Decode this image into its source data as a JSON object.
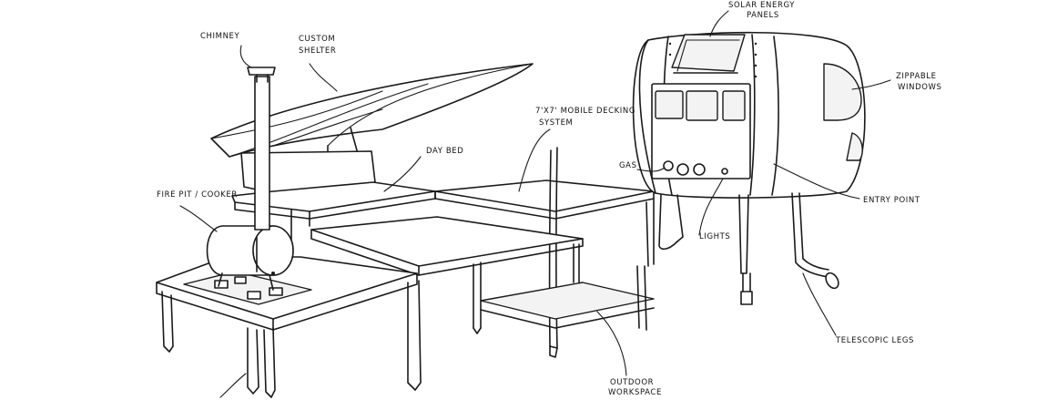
{
  "labels": {
    "chimney": "CHIMNEY",
    "custom_shelter_1": "CUSTOM",
    "custom_shelter_2": "SHELTER",
    "fire_pit": "FIRE PIT / COOKER",
    "day_bed": "DAY BED",
    "decking_1": "7'x7' MOBILE DECKING",
    "decking_2": "SYSTEM",
    "solar_1": "SOLAR ENERGY",
    "solar_2": "PANELS",
    "windows_1": "ZIPPABLE",
    "windows_2": "WINDOWS",
    "gas": "GAS",
    "lights": "LIGHTS",
    "entry_point": "ENTRY POINT",
    "telescopic_legs": "TELESCOPIC LEGS",
    "outdoor_workspace_1": "OUTDOOR",
    "outdoor_workspace_2": "WORKSPACE"
  }
}
